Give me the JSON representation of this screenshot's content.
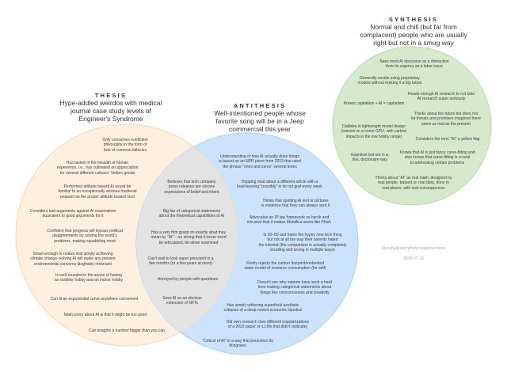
{
  "colors": {
    "thesis": "#fdf0e1",
    "thesis_stroke": "#f6d9b6",
    "antithesis": "#cce3fb",
    "antithesis_stroke": "#a8cff6",
    "overlap": "#e3e3e3",
    "synthesis": "#d7e9cd",
    "synthesis_stroke": "#bcd8ad"
  },
  "thesis": {
    "title": "THESIS",
    "subtitle": "Hype-addled weirdos with medical\njournal case study levels of\nEngineer's Syndrome",
    "items": [
      "Only consumes nonfiction\nphilosophy in the form of\nlists of common fallacies",
      "Has tasted of the breadth of human\nexperience, i.e., has cultivated an appreciation\nfor several different cultures' Veblen goods",
      "Performed attitude toward AI would be\nfamiliar to an exceptionally anxious medieval\npeasant as the proper attitude toward God",
      "Considers bad arguments against AI maximalism\nequivalent to good arguments for it",
      "Confident that progress will bypass political\ndisagreements by solving the world's\nproblems, making squabbling moot",
      "Smart enough to realize that simply achieving\nclimate change–solving AI will make any present\nenvironmental concerns laughably irrelevant",
      "Is well-rounded in the sense of having\nan outdoor hobby and an indoor hobby",
      "Can fit an exponential curve anywhere convenient",
      "Main worry about AI is that it might be too good",
      "Can imagine a number bigger than you can"
    ]
  },
  "overlap": {
    "items": [
      "Believes that tech company\npress releases are sincere\nexpressions of belief and intent",
      "Big fan of categorical statements\nabout the theoretical capabilities of AI",
      "Has a very firm grasp on exactly what they\nmean by \"AI\" – so strong that it never need\nbe articulated, let alone examined",
      "Can't wait to look super prescient in a\nfew months (or a few years at most)",
      "Annoyed by people with questions",
      "Sees AI as an obvious\nextension of NFTs"
    ]
  },
  "antithesis": {
    "title": "ANTITHESIS",
    "subtitle": "Well-intentioned people whose\nfavorite song will be in a Jeep\ncommercial this year",
    "items": [
      "Understanding of how AI actually does things\nis based on an NPR piece from 2019 that used\nthe phrase \"ones and zeros\" several times",
      "Hopping mad about a different article with a\nload-bearing \"possibly\" in its nut graf every week",
      "Thinks that spotting AI text or pictures\nis evidence that they can always spot it",
      "Advocates an IP law framework so harsh and\nintrusive that it makes Metallica seem like Phish",
      "Is 30–50 and hates the hypey new tech thing\nbut not at all the way their parents hated\nthe internet (the comparison is actually completely\ninsulting and wrong in multiple ways)",
      "Firmly rejects the carbon footprint/embodied\nwater model of resource consumption (for self)",
      "Doesn't see why experts have such a hard\ntime making categorical statements about\nthings like consciousness and creativity",
      "Has simply withering superficial aesthetic\ncritiques of a deep-rooted economic injustice",
      "Did own research (two different popularizations\nof a 2022 paper on LLMs that didn't replicate)",
      "\"Critical of AI\" in a way that presumes its\nthingness"
    ]
  },
  "synthesis": {
    "title": "SYNTHESIS",
    "subtitle": "Normal and chill (but far from\ncomplacent) people who are usually\nright but not in a smug way",
    "items": [
      "Sees most AI discourse as a distraction\nfrom its urgency as a labor issue",
      "Generally avoids using proprietary\nmodels without making it a big taboo",
      "Reads enough AI research to not take\nAI research super seriously",
      "Knows capitalism + AI = capitalism",
      "Thinks about the future but does not\nlet threats and promises imagined there\nseem as real as the present",
      "Dabbles in lightweight model design\n(trained on a home GPU, with carbon\nimpacts in the low hobby range)",
      "Considers the term \"AI\" a yellow flag",
      "Gopnikist but not in a,\nlike, doctrinaire way",
      "Knows that AI is just fancy curve-fitting and\nalso knows that curve-fitting is crucial\nto addressing certain problems",
      "Thinks about \"AI\" as real math, designed by\nreal people, trained on real data, done in\nreal places, with real consequences"
    ]
  },
  "credit": {
    "handle": "@vrubu@everything.happens.horse",
    "date": "2024-07-10"
  }
}
